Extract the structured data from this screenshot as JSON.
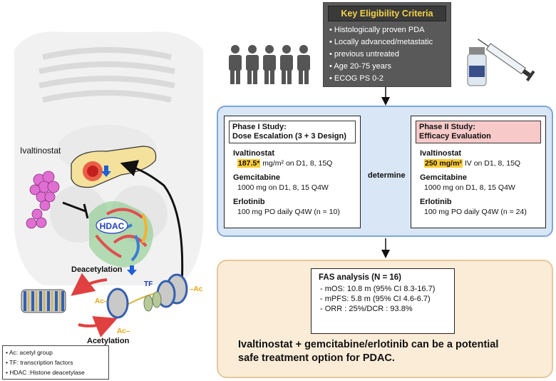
{
  "eligibility": {
    "title": "Key Eligibility Criteria",
    "items": [
      "Histologically proven PDA",
      "Locally advanced/metastatic",
      "previous untreated",
      "Age 20-75 years",
      "ECOG PS 0-2"
    ]
  },
  "phase1": {
    "title_line1": "Phase I Study:",
    "title_line2": "Dose Escalation (3 + 3 Design)",
    "drug1": "Ivaltinostat",
    "drug1_dose_hl": "187.5*",
    "drug1_dose_rest": "mg/m² on D1, 8, 15Q",
    "drug2": "Gemcitabine",
    "drug2_dose": "1000 mg on D1, 8, 15 Q4W",
    "drug3": "Erlotinib",
    "drug3_dose": "100 mg PO daily Q4W (n = 10)"
  },
  "link_label": "determine",
  "phase2": {
    "title_line1": "Phase II Study:",
    "title_line2": "Efficacy Evaluation",
    "drug1": "Ivaltinostat",
    "drug1_dose_hl": "250 mg/m²",
    "drug1_dose_rest": "IV on D1, 8, 15Q",
    "drug2": "Gemcitabine",
    "drug2_dose": "1000 mg on D1, 8, 15 Q4W",
    "drug3": "Erlotinib",
    "drug3_dose": "100 mg PO daily Q4W (n = 24)"
  },
  "fas": {
    "title": "FAS analysis (N = 16)",
    "rows": [
      "- mOS: 10.8 m (95% CI 8.3-16.7)",
      "- mPFS: 5.8 m (95% CI 4.6-6.7)",
      "- ORR : 25%/DCR : 93.8%"
    ]
  },
  "conclusion_line1": "Ivaltinostat + gemcitabine/erlotinib can be a potential",
  "conclusion_line2": "safe treatment option for PDAC.",
  "left": {
    "drug_label": "Ivaltinostat",
    "hdac_label": "HDAC",
    "deacetylation": "Deacetylation",
    "acetylation": "Acetylation",
    "tf_label": "TF",
    "ac1": "Ac–",
    "ac2": "–Ac",
    "ac3": "Ac–"
  },
  "legend": [
    "• Ac: acetyl group",
    "• TF: transcription factors",
    "• HDAC :Histone deacetylase"
  ],
  "colors": {
    "accent_yellow": "#f2d24a",
    "study_bg": "#d9e6f6",
    "results_bg": "#fbecd8",
    "phase1_header": "#ffffff",
    "phase2_header": "#f7c9c9",
    "highlight": "#ffcc33"
  }
}
